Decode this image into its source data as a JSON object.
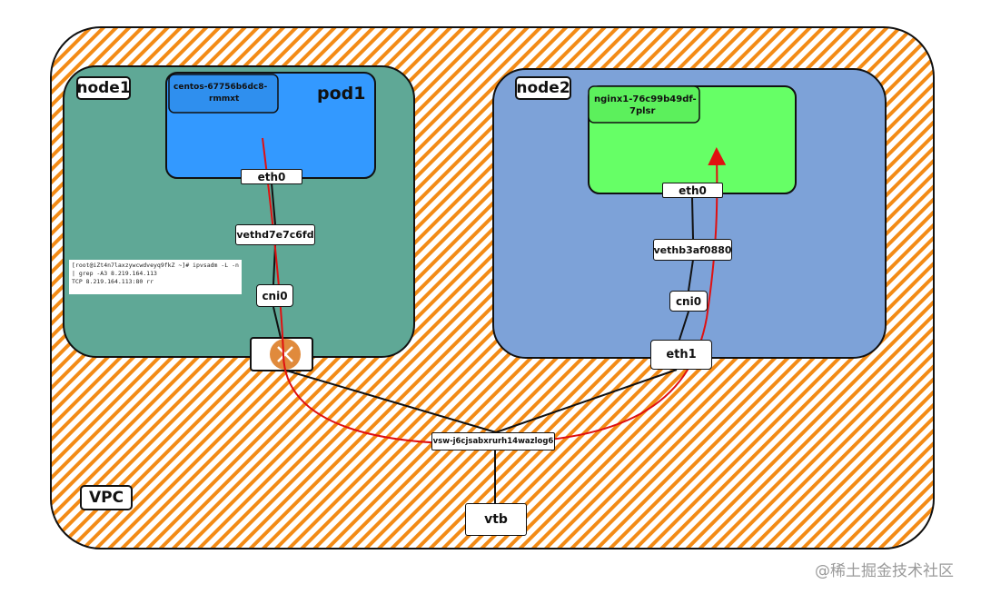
{
  "vpc": {
    "label": "VPC"
  },
  "node1": {
    "label": "node1",
    "pod": {
      "label": "pod1",
      "name_line1": "centos-67756b6dc8-",
      "name_line2": "rmmxt",
      "eth": "eth0"
    },
    "veth": "vethd7e7c6fd",
    "cni": "cni0",
    "terminal": [
      "[root@iZt4n7laxzywcwdveyq9fkZ ~]# ipvsadm -L -n",
      " | grep -A3 8.219.164.113",
      "TCP  8.219.164.113:80 rr"
    ]
  },
  "node2": {
    "label": "node2",
    "pod": {
      "name_line1": "nginx1-76c99b49df-",
      "name_line2": "7plsr",
      "eth": "eth0"
    },
    "veth": "vethb3af0880",
    "cni": "cni0",
    "eth1": "eth1"
  },
  "vsw": {
    "label": "vsw-j6cjsabxrurh14wazlog6"
  },
  "vtb": {
    "label": "vtb"
  },
  "blocked_icon": "cross-icon",
  "colors": {
    "vpc_hatch": "#f38b16",
    "node1_bg": "#5fa896",
    "node2_bg": "#7da2d8",
    "pod1_bg": "#3399ff",
    "pod2_bg": "#66ff66",
    "packet_path": "#e01010",
    "blocked": "#e08a3c"
  },
  "watermark": "@稀土掘金技术社区"
}
